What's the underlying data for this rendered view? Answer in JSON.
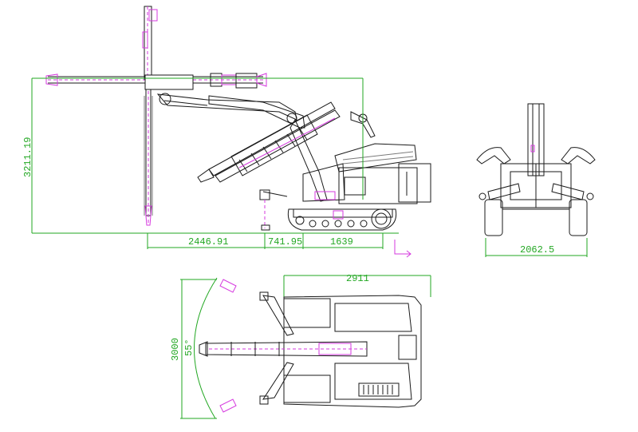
{
  "dimensions": {
    "height_total": "3211.19",
    "reach_front": "2446.91",
    "offset_mid": "741.95",
    "track_length": "1639",
    "width_front": "2062.5",
    "swing_width": "2911",
    "swing_height": "3000",
    "swing_angle": "55°"
  },
  "colors": {
    "outline": "#1a1a1a",
    "dimension": "#22a722",
    "hydraulic": "#d63adf",
    "background": "#ffffff"
  }
}
